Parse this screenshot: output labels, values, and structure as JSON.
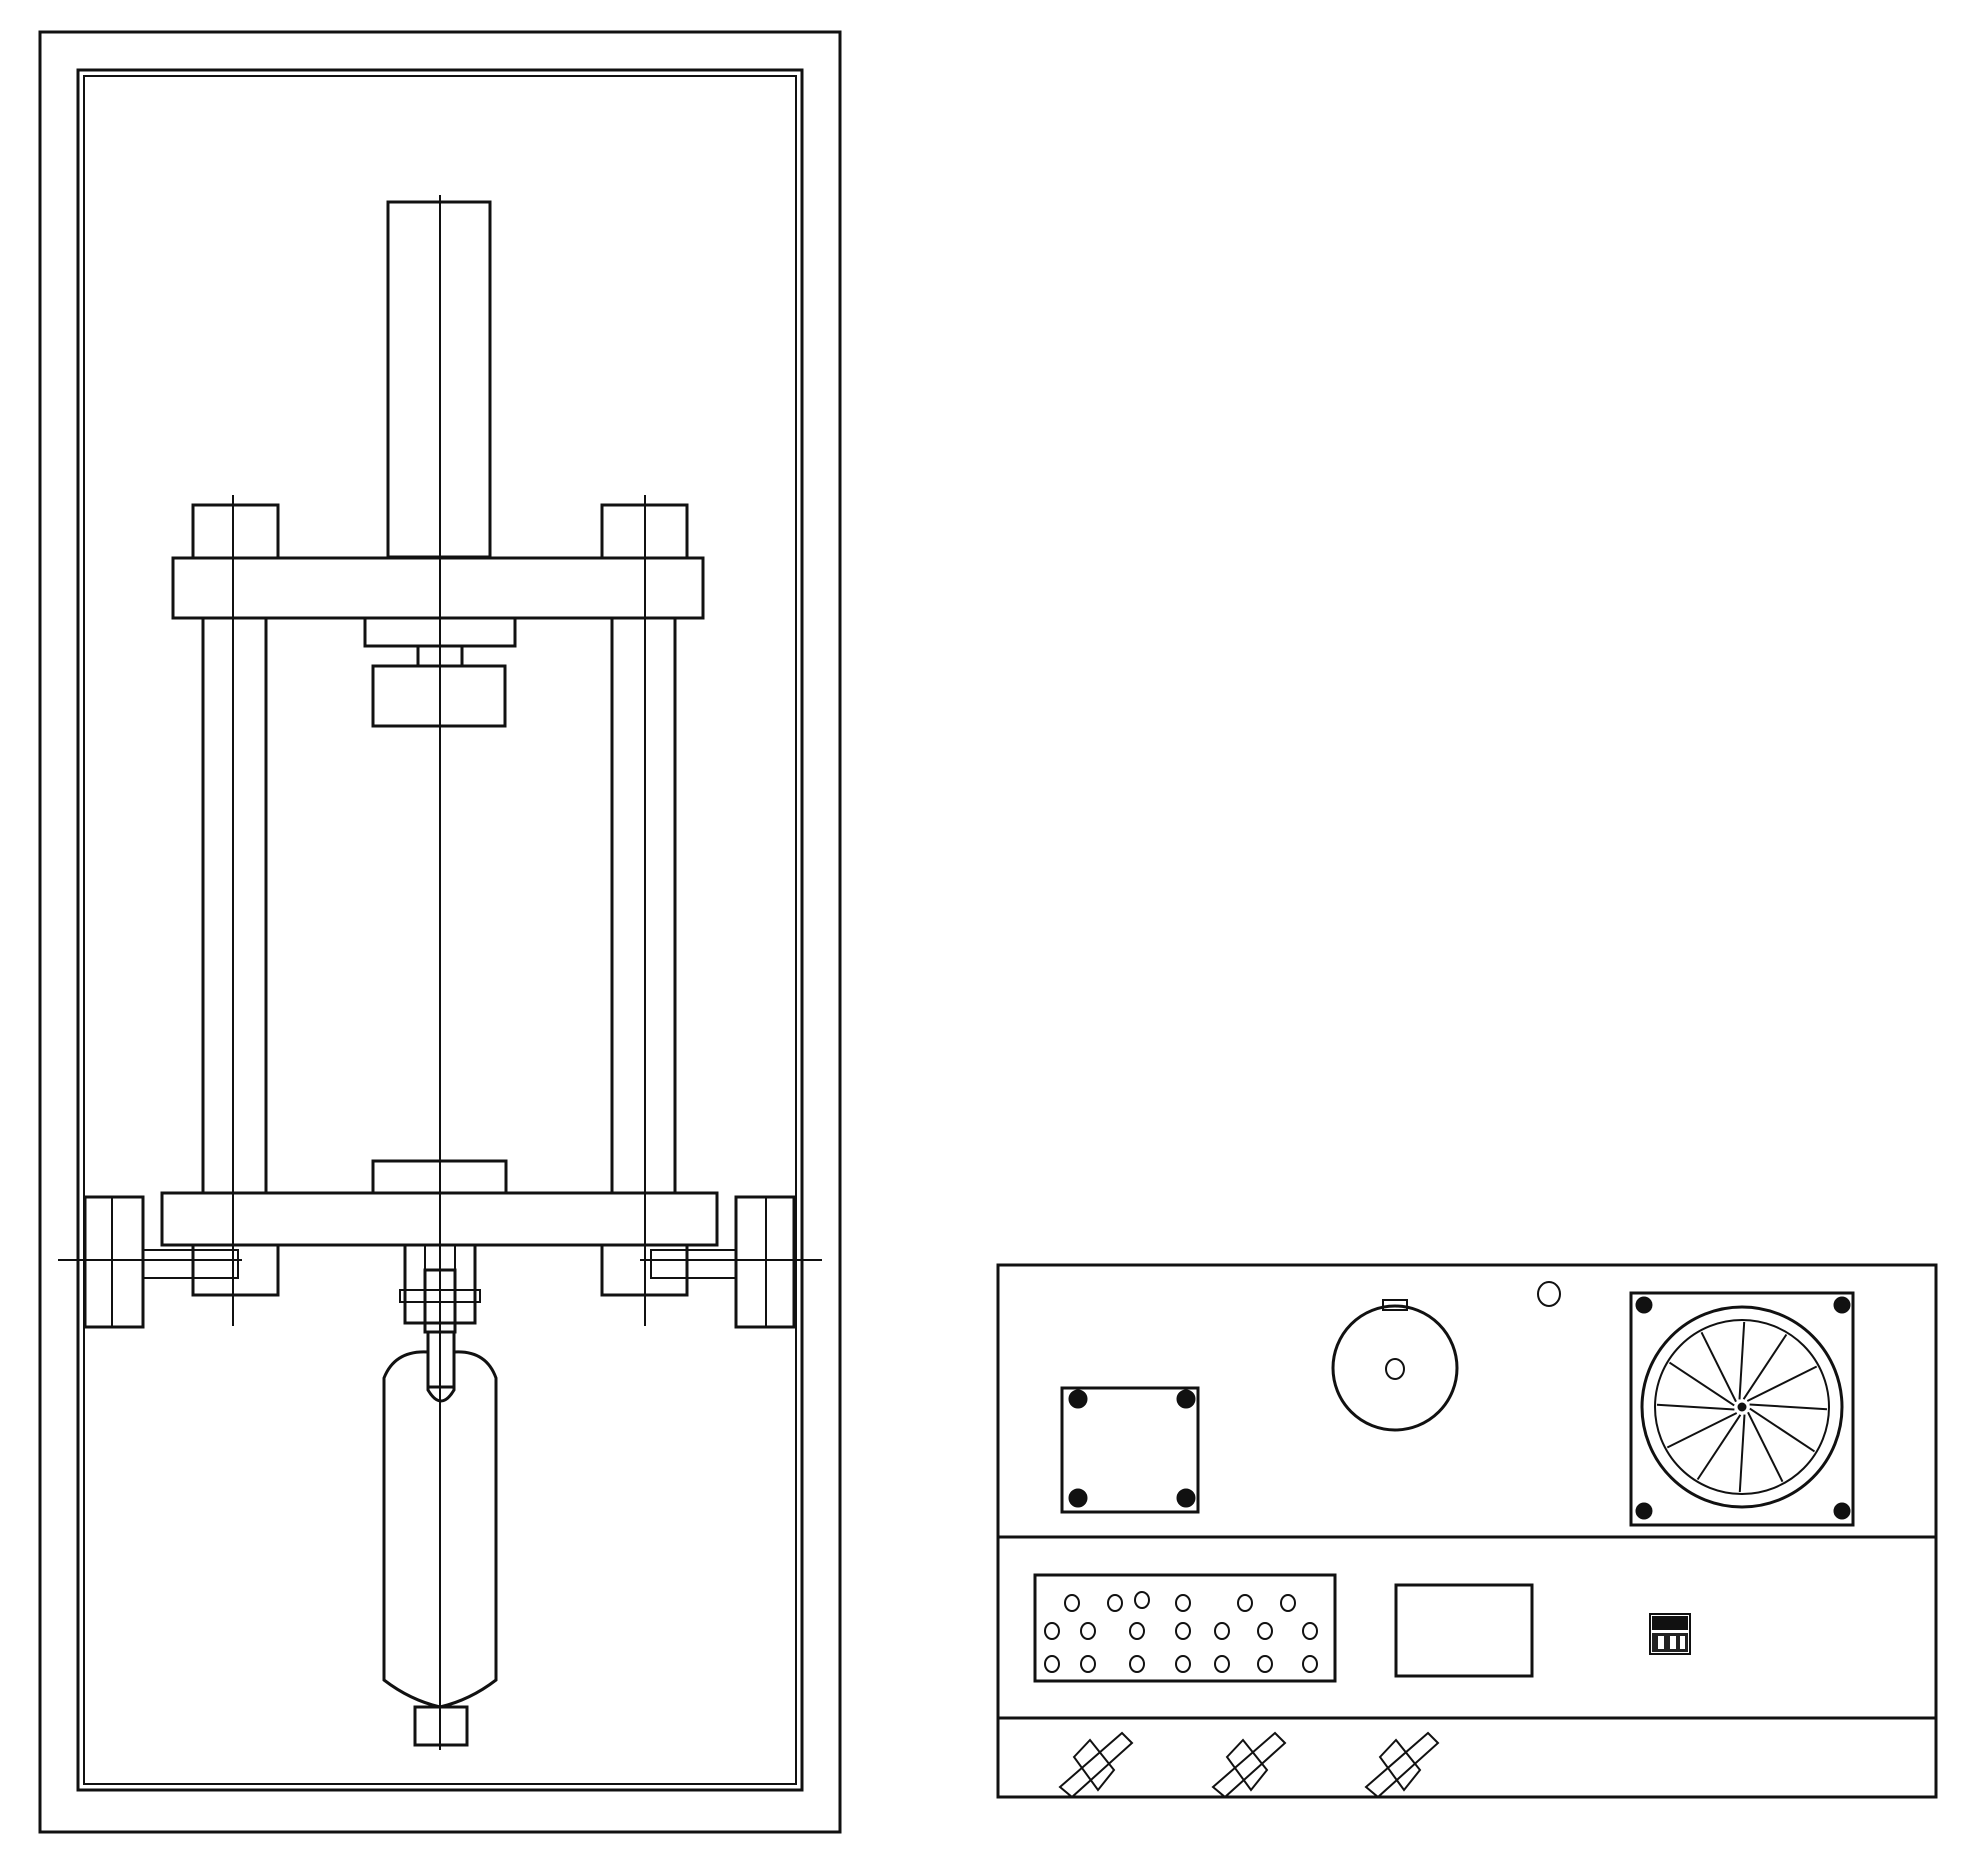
{
  "drawing": {
    "background": "#ffffff",
    "line_color": "#111111",
    "machine": {
      "parts": [
        "outer-cabinet",
        "inner-frame",
        "top-column",
        "upper-crossbeam",
        "upper-bolt-blocks",
        "upper-chuck",
        "left-guide-rods",
        "right-guide-rods",
        "lower-platen",
        "lower-crossbeam",
        "side-wheels",
        "lower-clamp",
        "actuator-cylinder",
        "center-axis-line"
      ]
    },
    "control_panel": {
      "sections": [
        "upper-section",
        "middle-section",
        "lower-section"
      ],
      "components": {
        "mounting_plate_icon": "square-plate-with-screws",
        "dial_icon": "round-dial",
        "indicator_icon": "small-indicator-light",
        "fan_icon": "cooling-fan",
        "terminal_block_icon": "terminal-block",
        "terminal_count": 20,
        "display_icon": "blank-display-window",
        "switch_icon": "small-switch",
        "handle_icons": [
          "handle-1",
          "handle-2",
          "handle-3"
        ]
      }
    }
  }
}
